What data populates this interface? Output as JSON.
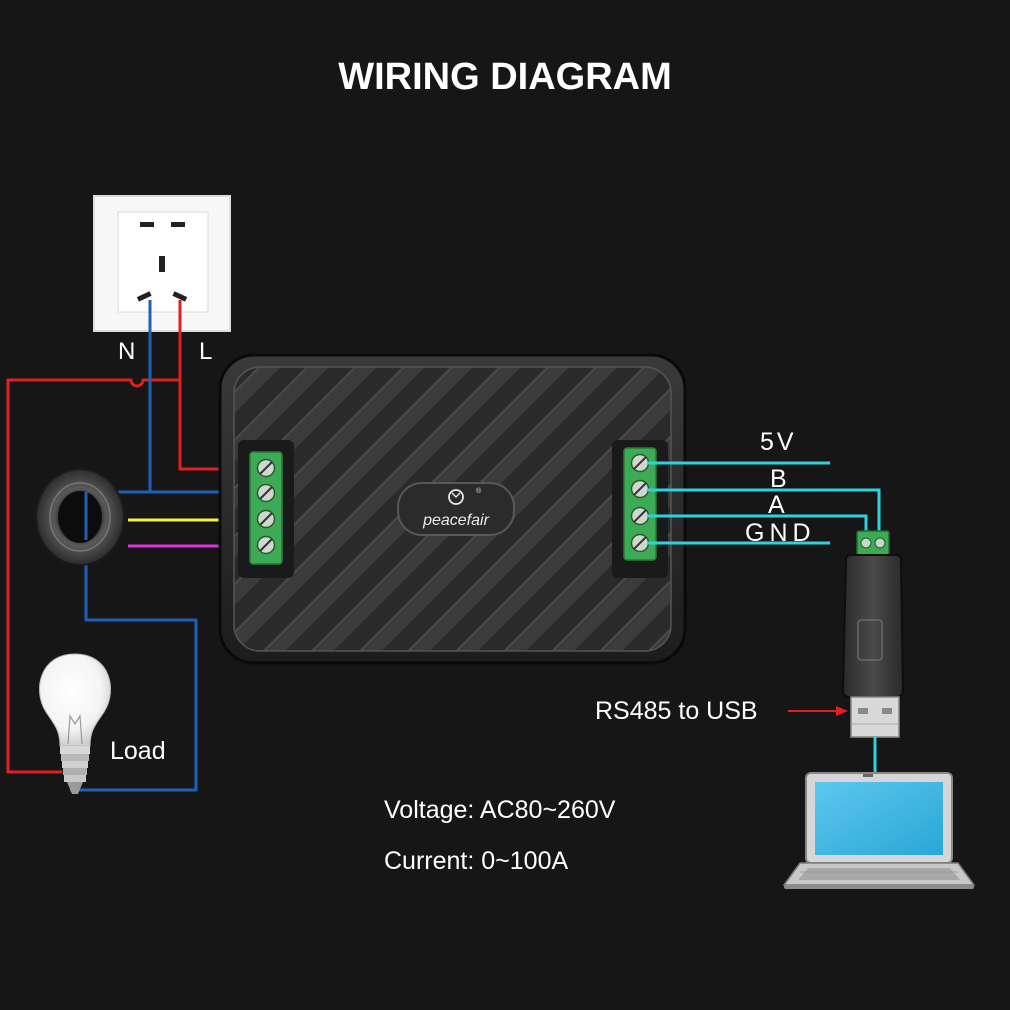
{
  "title": "WIRING DIAGRAM",
  "socket": {
    "neutral_label": "N",
    "live_label": "L"
  },
  "meter": {
    "brand": "peacefair"
  },
  "load_label": "Load",
  "comm_terminals": {
    "pin1": "5V",
    "pin2": "B",
    "pin3": "A",
    "pin4": "GND"
  },
  "converter_label": "RS485 to USB",
  "specs": {
    "voltage": "Voltage: AC80~260V",
    "current": "Current: 0~100A"
  },
  "colors": {
    "background": "#161616",
    "live_wire": "#e02020",
    "neutral_wire": "#1f5fb8",
    "ct_wire_1": "#f2f23a",
    "ct_wire_2": "#e030e0",
    "comm_wire": "#2cd3dc",
    "terminal_block": "#3daa55"
  }
}
